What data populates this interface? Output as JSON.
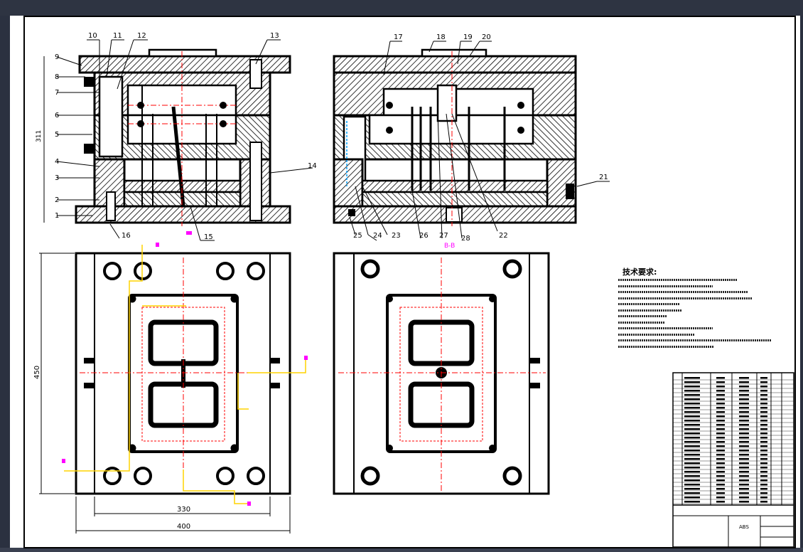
{
  "drawing": {
    "part_labels": [
      "1",
      "2",
      "3",
      "4",
      "5",
      "6",
      "7",
      "8",
      "9",
      "10",
      "11",
      "12",
      "13",
      "14",
      "15",
      "16",
      "17",
      "18",
      "19",
      "20",
      "21",
      "22",
      "23",
      "24",
      "25",
      "26",
      "27",
      "28"
    ],
    "dimensions": {
      "height_left": "311",
      "plan_height": "450",
      "inner_width": "330",
      "outer_width": "400"
    },
    "section_labels": [
      "B-B"
    ],
    "colors": {
      "outline": "#000000",
      "center_line": "#ff0000",
      "cooling_channel": "#ffd400",
      "marker": "#ff00ff",
      "dim_line": "#000000"
    }
  },
  "technical_requirements": {
    "title": "技术要求:",
    "line_count": 12
  },
  "title_block": {
    "material": "ABS"
  }
}
